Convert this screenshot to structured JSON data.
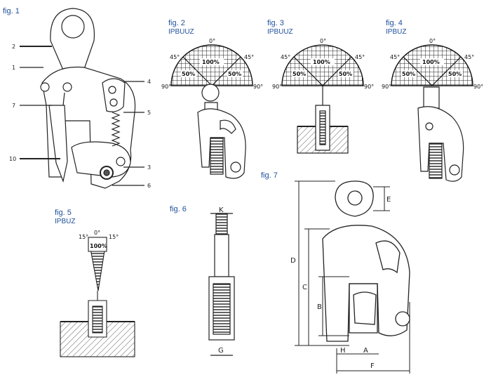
{
  "figures": {
    "fig1": {
      "title": "fig. 1",
      "callouts": [
        "2",
        "1",
        "7",
        "10",
        "4",
        "5",
        "3",
        "6"
      ]
    },
    "fig2": {
      "title": "fig. 2",
      "subtitle": "IPBUUZ"
    },
    "fig3": {
      "title": "fig. 3",
      "subtitle": "IPBUUZ"
    },
    "fig4": {
      "title": "fig. 4",
      "subtitle": "IPBUZ"
    },
    "fig5": {
      "title": "fig. 5",
      "subtitle": "IPBUZ"
    },
    "fig6": {
      "title": "fig. 6",
      "dims": [
        "K",
        "G"
      ]
    },
    "fig7": {
      "title": "fig. 7",
      "dims": [
        "E",
        "D",
        "C",
        "B",
        "H",
        "A",
        "F"
      ]
    }
  },
  "angle_chart": {
    "angles": [
      "0°",
      "45°",
      "45°",
      "90°",
      "90°"
    ],
    "capacities": [
      "100%",
      "50%",
      "50%"
    ]
  },
  "fan_chart": {
    "angles": [
      "15°",
      "0°",
      "15°"
    ],
    "capacity": "100%"
  }
}
